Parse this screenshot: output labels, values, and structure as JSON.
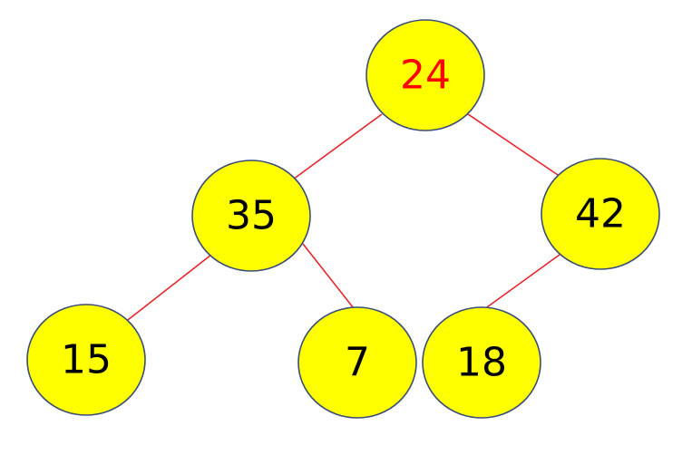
{
  "diagram": {
    "type": "binary-tree",
    "colors": {
      "node_fill": "#ffff00",
      "node_border": "#3a4d78",
      "edge": "#e8242b",
      "highlight_text": "#ff0000",
      "default_text": "#000000"
    },
    "nodes": {
      "root": {
        "label": "24",
        "highlighted": true
      },
      "left": {
        "label": "35",
        "highlighted": false
      },
      "right": {
        "label": "42",
        "highlighted": false
      },
      "left_left": {
        "label": "15",
        "highlighted": false
      },
      "left_right": {
        "label": "7",
        "highlighted": false
      },
      "right_left": {
        "label": "18",
        "highlighted": false
      }
    },
    "edges": [
      {
        "from": "root",
        "to": "left"
      },
      {
        "from": "root",
        "to": "right"
      },
      {
        "from": "left",
        "to": "left_left"
      },
      {
        "from": "left",
        "to": "left_right"
      },
      {
        "from": "right",
        "to": "right_left"
      }
    ]
  }
}
